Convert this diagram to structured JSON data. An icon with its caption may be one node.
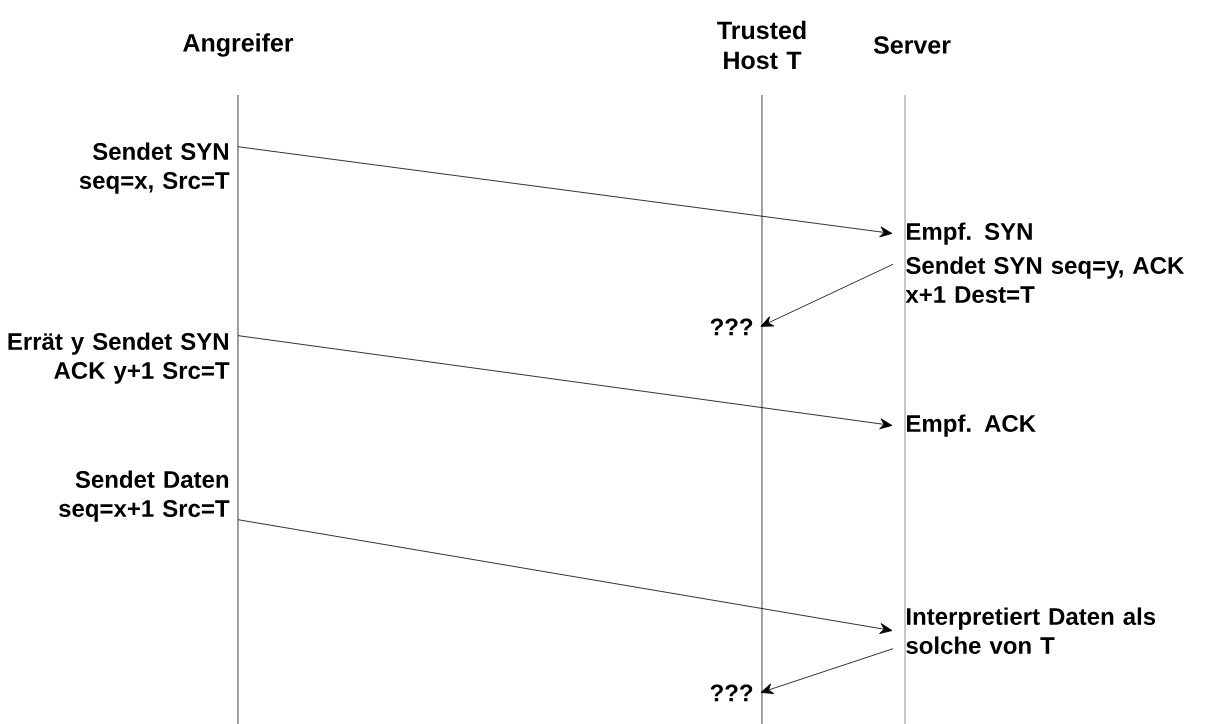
{
  "diagram": {
    "nodes": [
      {
        "text": [
          "Sendet SYN seq=x, Src=T"
        ]
      },
      {
        "text": [
          "Empf. SYN"
        ]
      },
      {
        "text": [
          "Sendet SYN seq=y, ACK x+1 Dest=T"
        ]
      },
      {
        "text": [
          "???"
        ]
      },
      {
        "text": [
          "Errät y Sendet SYN ACK y+1 Src=T"
        ]
      },
      {
        "text": [
          "Empf. ACK"
        ]
      },
      {
        "text": [
          "Sendet Daten seq=x+1 Src=T"
        ]
      },
      {
        "text": [
          "Interpretiert Daten als solche von T"
        ]
      },
      {
        "text": [
          "???"
        ]
      }
    ],
    "edges": [
      {
        "from": 0,
        "to": 1,
        "arrow": "to"
      },
      {
        "from": 2,
        "to": 3,
        "arrow": "to"
      },
      {
        "from": 4,
        "to": 5,
        "arrow": "to"
      },
      {
        "from": 6,
        "to": 7,
        "arrow": "to"
      },
      {
        "from": 7,
        "to": 8,
        "arrow": "to"
      }
    ],
    "labels": [
      "Angreifer",
      "Trusted Host T",
      "Server"
    ]
  }
}
